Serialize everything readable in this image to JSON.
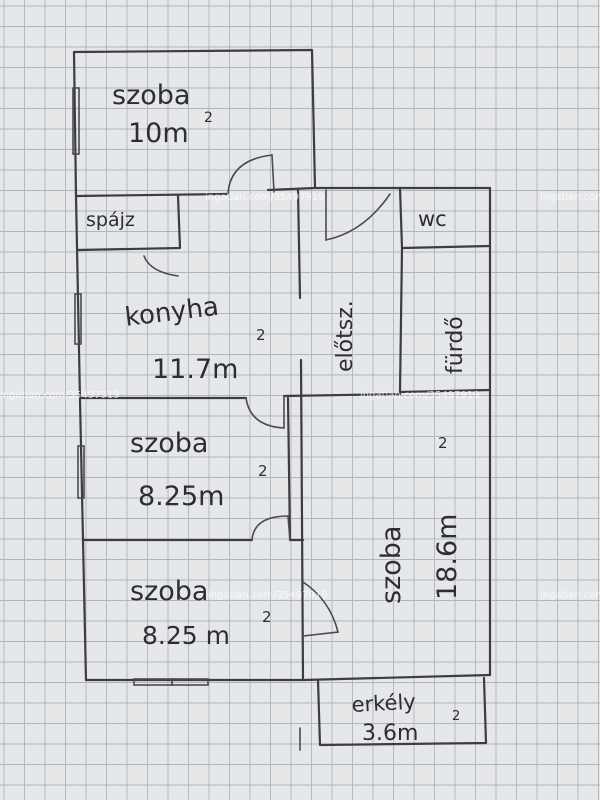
{
  "labels": {
    "room_top": "szoba",
    "area_top": "10m",
    "sq_top": "2",
    "pantry": "spájz",
    "kitchen": "konyha",
    "area_kitchen": "11.7m",
    "sq_kitchen": "2",
    "hall": "előtsz.",
    "wc": "wc",
    "bath": "fürdő",
    "room_mid": "szoba",
    "area_mid": "8.25m",
    "sq_mid": "2",
    "room_low": "szoba",
    "area_low": "8.25 m",
    "sq_low": "2",
    "room_big": "szoba",
    "area_big": "18.6m",
    "sq_big": "2",
    "balcony": "erkély",
    "area_balcony": "3.6m",
    "sq_balcony": "2"
  },
  "watermarks": {
    "w1": "ingatlan.com/35497919",
    "w2": "ingatlan.com",
    "w3": "ingatlan.com/35497919",
    "w4": "ingatlan.com/35497919",
    "w5": "ingatlan.com/35497919",
    "w6": "ingatlan.com"
  },
  "colors": {
    "paper": "#e6e7e9",
    "grid": "#aeb4c3",
    "ink": "#3c3c42"
  }
}
